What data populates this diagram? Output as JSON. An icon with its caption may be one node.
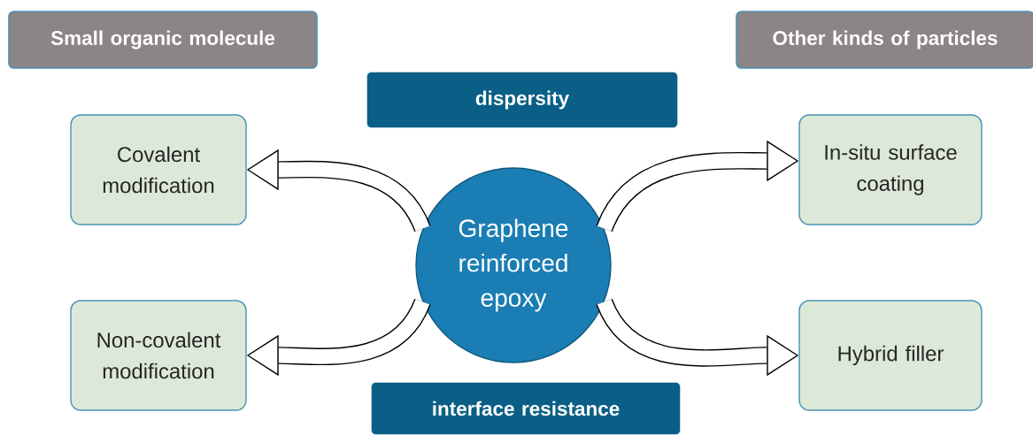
{
  "diagram": {
    "nodes": [
      {
        "text": [
          "Small organic molecule"
        ]
      },
      {
        "text": [
          "Other kinds of particles"
        ]
      },
      {
        "text": [
          "dispersity"
        ]
      },
      {
        "text": [
          "Covalent modification"
        ]
      },
      {
        "text": [
          "In-situ surface coating"
        ]
      },
      {
        "text": [
          "Graphene reinforced epoxy"
        ]
      },
      {
        "text": [
          "Non-covalent modification"
        ]
      },
      {
        "text": [
          "Hybrid filler"
        ]
      },
      {
        "text": [
          "interface resistance"
        ]
      }
    ],
    "edges": [
      {
        "from": 5,
        "to": 3,
        "arrow": "to"
      },
      {
        "from": 5,
        "to": 4,
        "arrow": "to"
      },
      {
        "from": 5,
        "to": 6,
        "arrow": "to"
      },
      {
        "from": 5,
        "to": 7,
        "arrow": "to"
      }
    ]
  }
}
